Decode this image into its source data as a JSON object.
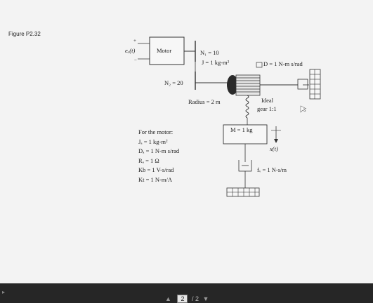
{
  "figure": {
    "title": "Figure P2.32",
    "input_label": "eₐ(t)",
    "plus_label": "+",
    "minus_label": "−",
    "motor_label": "Motor",
    "gear_N1": "N₁ = 10",
    "inertia_J": "J = 1 kg-m²",
    "damper_D": "D = 1 N-m s/rad",
    "gear_N2": "N₂ = 20",
    "radius": "Radius = 2 m",
    "ideal_gear_line1": "Ideal",
    "ideal_gear_line2": "gear 1:1",
    "mass": "M = 1 kg",
    "position": "x(t)",
    "friction": "fᵥ = 1 N-s/m"
  },
  "motor_params": {
    "heading": "For the motor:",
    "items": [
      "Jₐ = 1 kg-m²",
      "Dₐ = 1 N-m s/rad",
      "Rₐ = 1 Ω",
      "Kb = 1 V-s/rad",
      "Kt = 1 N-m/A"
    ]
  },
  "pager": {
    "current_page": "2",
    "total": "/ 2",
    "prev_icon": "triangle-up-icon",
    "next_icon": "triangle-down-icon"
  },
  "colors": {
    "page": "#f3f3f3",
    "bar": "#262626"
  }
}
